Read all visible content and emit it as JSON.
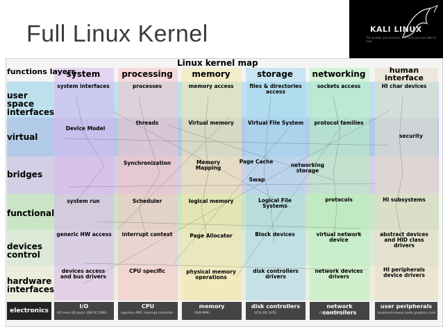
{
  "slide": {
    "title": "Full Linux Kernel"
  },
  "logo": {
    "text": "KALI LINUX",
    "sub": "The quieter you become, the more you are able to hear"
  },
  "map": {
    "title": "Linux kernel map",
    "corner_label": "functions layers",
    "columns": [
      "system",
      "processing",
      "memory",
      "storage",
      "networking",
      "human interface"
    ],
    "column_colors": [
      "#d9b8f0",
      "#f5c2c8",
      "#f5e6a8",
      "#a8d8f0",
      "#b8f0c0",
      "#e8dcc8"
    ],
    "layers": [
      "user space interfaces",
      "virtual",
      "bridges",
      "functional",
      "devices control",
      "hardware interfaces"
    ],
    "layer_colors": [
      "#8fd0e8",
      "#7aa8dc",
      "#b8b0d8",
      "#a8d8a0",
      "#c8e0c0",
      "#e8e8c8"
    ],
    "cells": {
      "system_interfaces": "system interfaces",
      "processes": "processes",
      "memory_access": "memory access",
      "files_directories": "files & directories access",
      "sockets_access": "sockets access",
      "hi_char_devices": "HI char devices",
      "device_model": "Device Model",
      "threads": "threads",
      "virtual_memory": "Virtual memory",
      "virtual_file_system": "Virtual File System",
      "protocol_families": "protocol families",
      "security": "security",
      "synchronization": "Synchronization",
      "memory_mapping": "Memory Mapping",
      "page_cache": "Page Cache",
      "swap": "Swap",
      "networking_storage": "networking storage",
      "system_run": "system run",
      "scheduler": "Scheduler",
      "logical_memory": "logical memory",
      "logical_file_systems": "Logical File Systems",
      "protocols": "protocols",
      "hi_subsystems": "HI subsystems",
      "generic_hw_access": "generic HW access",
      "interrupt_context": "interrupt context",
      "page_allocator": "Page Allocator",
      "block_devices": "Block devices",
      "virtual_network_device": "virtual network device",
      "abstract_devices": "abstract devices and HID class drivers",
      "devices_access": "devices access and bus drivers",
      "cpu_specific": "CPU specific",
      "physical_memory_ops": "physical memory operations",
      "disk_controllers_drivers": "disk controllers drivers",
      "network_device_drivers": "network devices drivers",
      "hi_peripherals_drivers": "HI peripherals device drivers"
    },
    "footer": {
      "electronics": "electronics",
      "io": "I/O",
      "io_sub": "I/O mem  I/O ports  USB  PCI  DMA",
      "cpu": "CPU",
      "cpu_sub": "registers  APIC  interrupt controller",
      "memory": "memory",
      "memory_sub": "RAM  MMU",
      "disk": "disk controllers",
      "disk_sub": "SCSI  IDE  SATA",
      "network": "network controllers",
      "network_sub": "Ethernet  WiFi",
      "user": "user peripherals",
      "user_sub": "keyboard  mouse  audio  graphics card"
    }
  }
}
